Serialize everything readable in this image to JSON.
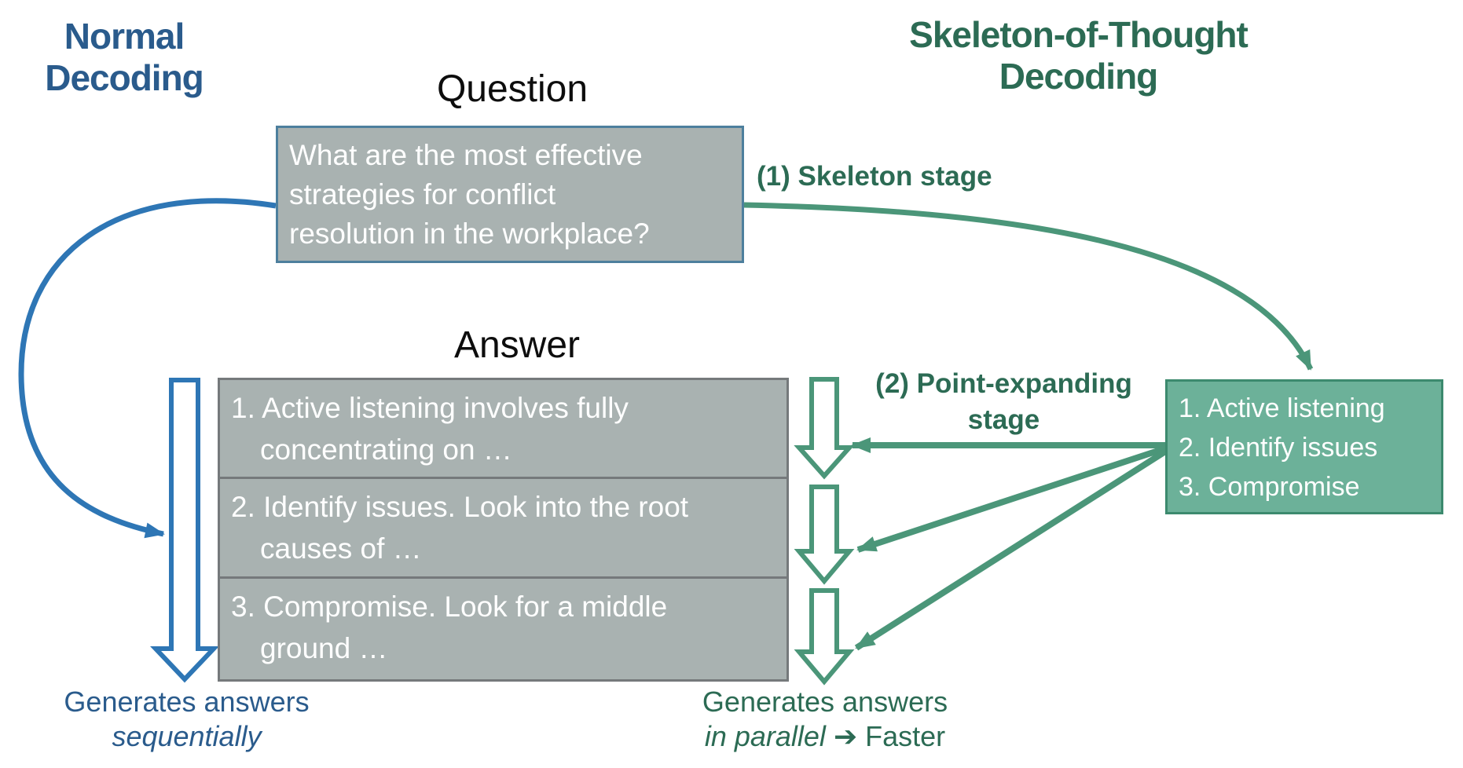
{
  "left_flow": {
    "title_line1": "Normal",
    "title_line2": "Decoding",
    "caption_line1": "Generates answers",
    "caption_line2_italic": "sequentially"
  },
  "right_flow": {
    "title_line1": "Skeleton-of-Thought",
    "title_line2": "Decoding",
    "stage1_label": "(1) Skeleton stage",
    "stage2_label_line1": "(2) Point-expanding",
    "stage2_label_line2": "stage",
    "caption_line1": "Generates answers",
    "caption_italic": "in parallel",
    "caption_arrow_icon": "➔",
    "caption_suffix": "Faster"
  },
  "question": {
    "heading": "Question",
    "line1": "What are the most effective",
    "line2": "strategies for conflict",
    "line3": "resolution in the workplace?"
  },
  "answer": {
    "heading": "Answer",
    "boxes": [
      {
        "line1": "1. Active listening involves fully",
        "line2": "concentrating on …"
      },
      {
        "line1": "2. Identify issues. Look into the root",
        "line2": "causes of …"
      },
      {
        "line1": "3. Compromise. Look for a middle",
        "line2": "ground …"
      }
    ]
  },
  "skeleton_box": {
    "items": [
      "1. Active listening",
      "2. Identify issues",
      "3. Compromise"
    ]
  },
  "colors": {
    "normal_blue_text": "#2a5b8c",
    "arrow_blue": "#2e76b5",
    "sot_green_text": "#2c6b54",
    "arrow_green": "#4b9679",
    "skeleton_box_fill": "#6cb199",
    "skeleton_box_border": "#3c8a6e",
    "gray_box_fill": "#a9b2b1",
    "gray_box_border": "#75797b",
    "question_box_border": "#4d7f9d",
    "box_text": "#ffffff"
  }
}
